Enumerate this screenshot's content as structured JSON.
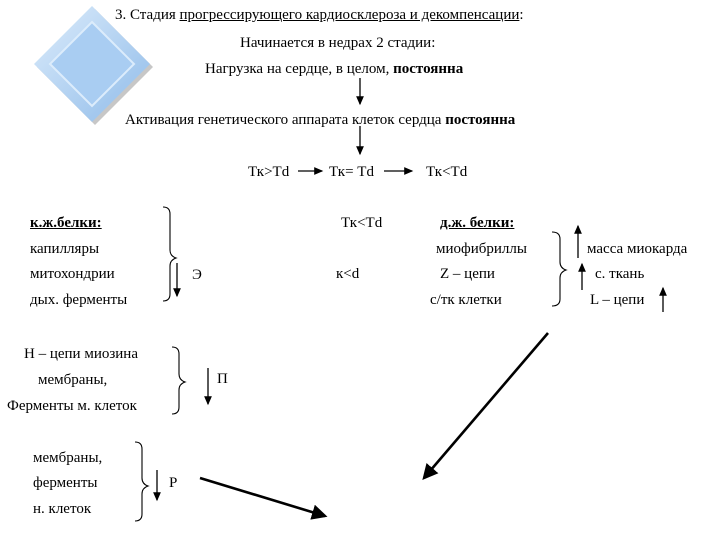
{
  "title": {
    "prefix": "3. Стадия ",
    "underlined": "прогрессирующего кардиосклероза и декомпенсации",
    "suffix": ":"
  },
  "line_starts": "Начинается  в недрах 2 стадии:",
  "line_load": {
    "text": "Нагрузка на сердце, в целом, ",
    "bold": "постоянна"
  },
  "line_activation": {
    "text": "Активация генетического аппарата клеток сердца ",
    "bold": "постоянна"
  },
  "phases": [
    "Тк>Td",
    "Тк= Td",
    "Тк<Td"
  ],
  "phase_repeat": "Тк<Td",
  "left_group": {
    "header": "к.ж.белки:",
    "items": [
      "капилляры",
      "митохондрии",
      "дых. ферменты"
    ],
    "letter": "Э"
  },
  "k_less_d": "к<d",
  "right_group": {
    "header": "д.ж. белки:",
    "items": [
      "миофибриллы",
      "Z – цепи",
      "с/тк клетки"
    ]
  },
  "mass_group": {
    "items": [
      "масса миокарда",
      "с. ткань",
      "L – цепи"
    ]
  },
  "p_group": {
    "items": [
      "Н – цепи миозина",
      "мембраны,",
      "Ферменты м. клеток"
    ],
    "letter": "П"
  },
  "r_group": {
    "items": [
      "мембраны,",
      "ферменты",
      "н. клеток"
    ],
    "letter": "Р"
  },
  "colors": {
    "accent": "#a9cdf2",
    "accent_light": "#dcecfb",
    "accent_dark": "#6f9fd3"
  }
}
